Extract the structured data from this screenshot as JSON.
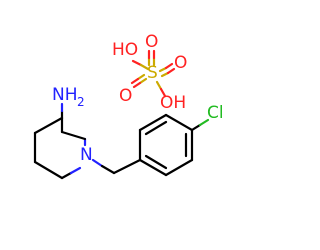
{
  "molecule": {
    "atoms": {
      "amine": "NH",
      "amine_h_count": "2",
      "ring_nitrogen": "N",
      "chlorine": "Cl",
      "sulfur": "S",
      "oxygen_top": "O",
      "oxygen_right": "O",
      "hydroxyl_top": "HO",
      "hydroxyl_bottom": "OH"
    },
    "colors": {
      "carbon_bond": "#000000",
      "nitrogen": "#2222ff",
      "oxygen": "#ff2222",
      "sulfur": "#ccaa00",
      "chlorine": "#22bb22"
    }
  }
}
